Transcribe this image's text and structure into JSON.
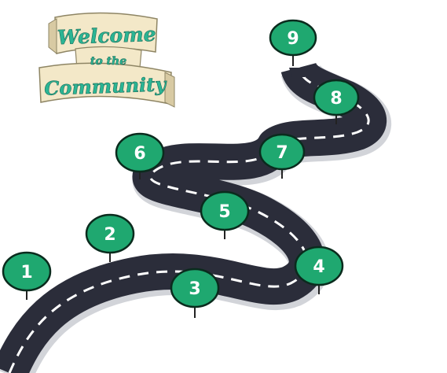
{
  "banner": {
    "line1": "Welcome",
    "line2": "to the",
    "line3": "Community"
  },
  "milestones": [
    {
      "label": "1"
    },
    {
      "label": "2"
    },
    {
      "label": "3"
    },
    {
      "label": "4"
    },
    {
      "label": "5"
    },
    {
      "label": "6"
    },
    {
      "label": "7"
    },
    {
      "label": "8"
    },
    {
      "label": "9"
    }
  ],
  "colors": {
    "road": "#2b2d3a",
    "road_edge": "#bfc2c8",
    "lane_marking": "#ffffff",
    "pin_fill": "#1fa870",
    "pin_stroke": "#0a2b1d",
    "banner_ribbon": "#f3e8c8",
    "banner_text": "#2bb594"
  }
}
